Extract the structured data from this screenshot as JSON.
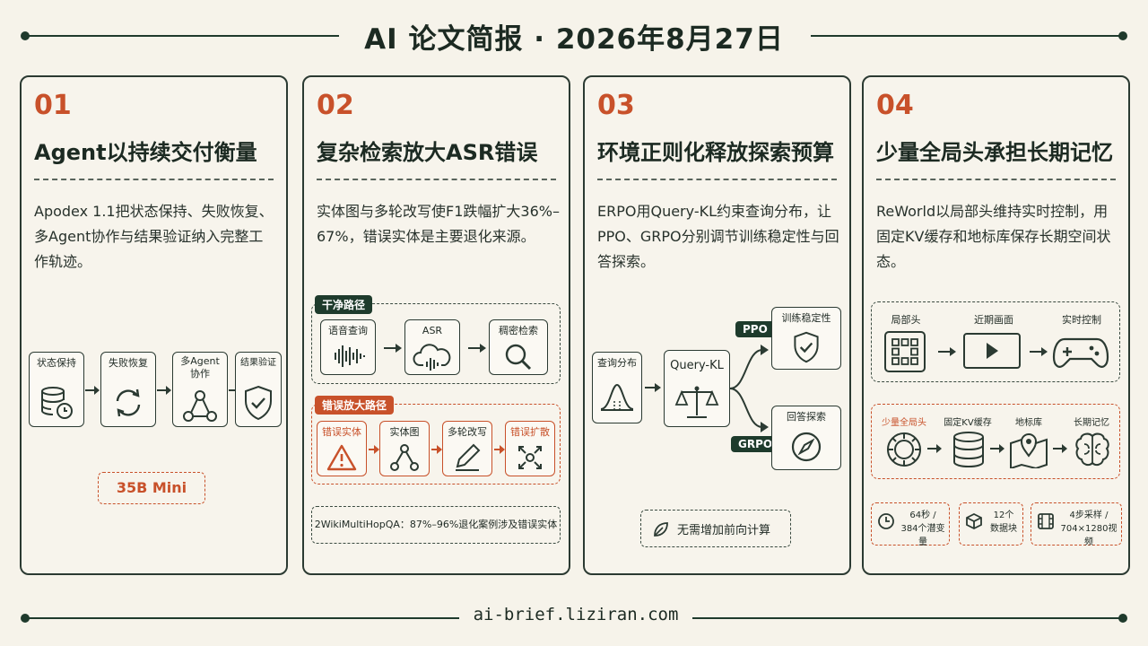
{
  "header": {
    "title": "AI 论文简报 · 2026年8月27日"
  },
  "footer": {
    "url": "ai-brief.liziran.com"
  },
  "colors": {
    "accent": "#c8512a",
    "dark_green": "#1e3b2c",
    "background": "#f6f3ea"
  },
  "cards": [
    {
      "num": "01",
      "title": "Agent以持续交付衡量",
      "desc": "Apodex 1.1把状态保持、失败恢复、多Agent协作与结果验证纳入完整工作轨迹。",
      "flow": [
        {
          "label": "状态保持",
          "icon": "database-clock-icon"
        },
        {
          "label": "失败恢复",
          "icon": "refresh-icon"
        },
        {
          "label": "多Agent\n协作",
          "icon": "network-icon"
        },
        {
          "label": "结果验证",
          "icon": "shield-check-icon"
        }
      ],
      "badge": "35B Mini"
    },
    {
      "num": "02",
      "title": "复杂检索放大ASR错误",
      "desc": "实体图与多轮改写使F1跌幅扩大36%–67%，错误实体是主要退化来源。",
      "clean_path": {
        "tag": "干净路径",
        "steps": [
          {
            "label": "语音查询",
            "icon": "waveform-icon"
          },
          {
            "label": "ASR",
            "icon": "cloud-audio-icon"
          },
          {
            "label": "稠密检索",
            "icon": "search-icon"
          }
        ]
      },
      "error_path": {
        "tag": "错误放大路径",
        "steps": [
          {
            "label": "错误实体",
            "icon": "warning-icon"
          },
          {
            "label": "实体图",
            "icon": "graph-icon"
          },
          {
            "label": "多轮改写",
            "icon": "pencil-icon"
          },
          {
            "label": "错误扩散",
            "icon": "spread-icon"
          }
        ]
      },
      "note": "2WikiMultiHopQA：87%–96%退化案例涉及错误实体"
    },
    {
      "num": "03",
      "title": "环境正则化释放探索预算",
      "desc": "ERPO用Query-KL约束查询分布，让PPO、GRPO分别调节训练稳定性与回答探索。",
      "diagram": {
        "input": {
          "label": "查询分布",
          "icon": "bell-curve-icon"
        },
        "center": {
          "label": "Query-KL",
          "icon": "scale-icon"
        },
        "outputs": [
          {
            "tag": "PPO",
            "label": "训练稳定性",
            "icon": "shield-check-icon"
          },
          {
            "tag": "GRPO",
            "label": "回答探索",
            "icon": "compass-icon"
          }
        ]
      },
      "note": "无需增加前向计算"
    },
    {
      "num": "04",
      "title": "少量全局头承担长期记忆",
      "desc": "ReWorld以局部头维持实时控制，用固定KV缓存和地标库保存长期空间状态。",
      "local_path": [
        {
          "label": "局部头",
          "icon": "grid-icon"
        },
        {
          "label": "近期画面",
          "icon": "play-icon"
        },
        {
          "label": "实时控制",
          "icon": "gamepad-icon"
        }
      ],
      "global_path": [
        {
          "label": "少量全局头",
          "icon": "ring-icon"
        },
        {
          "label": "固定KV缓存",
          "icon": "database-icon"
        },
        {
          "label": "地标库",
          "icon": "map-pin-icon"
        },
        {
          "label": "长期记忆",
          "icon": "brain-icon"
        }
      ],
      "stats": [
        {
          "line1": "64秒 /",
          "line2": "384个潜变量",
          "icon": "clock-icon"
        },
        {
          "line1": "12个",
          "line2": "数据块",
          "icon": "cube-icon"
        },
        {
          "line1": "4步采样 /",
          "line2": "704×1280视频",
          "icon": "film-icon"
        }
      ]
    }
  ]
}
